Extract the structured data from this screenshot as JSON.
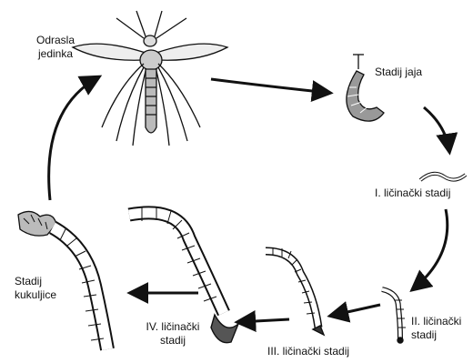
{
  "diagram": {
    "stages": [
      {
        "id": "adult",
        "lines": [
          "Odrasla",
          "jedinka"
        ]
      },
      {
        "id": "egg",
        "lines": [
          "Stadij jaja"
        ]
      },
      {
        "id": "larva1",
        "lines": [
          "I. ličinački stadij"
        ]
      },
      {
        "id": "larva2",
        "lines": [
          "II. ličinački",
          "stadij"
        ]
      },
      {
        "id": "larva3",
        "lines": [
          "III. ličinački stadij"
        ]
      },
      {
        "id": "larva4",
        "lines": [
          "IV. ličinački",
          "stadij"
        ]
      },
      {
        "id": "pupa",
        "lines": [
          "Stadij",
          "kukuljice"
        ]
      }
    ],
    "colors": {
      "ink": "#111111",
      "body_fill": "#ffffff"
    }
  }
}
